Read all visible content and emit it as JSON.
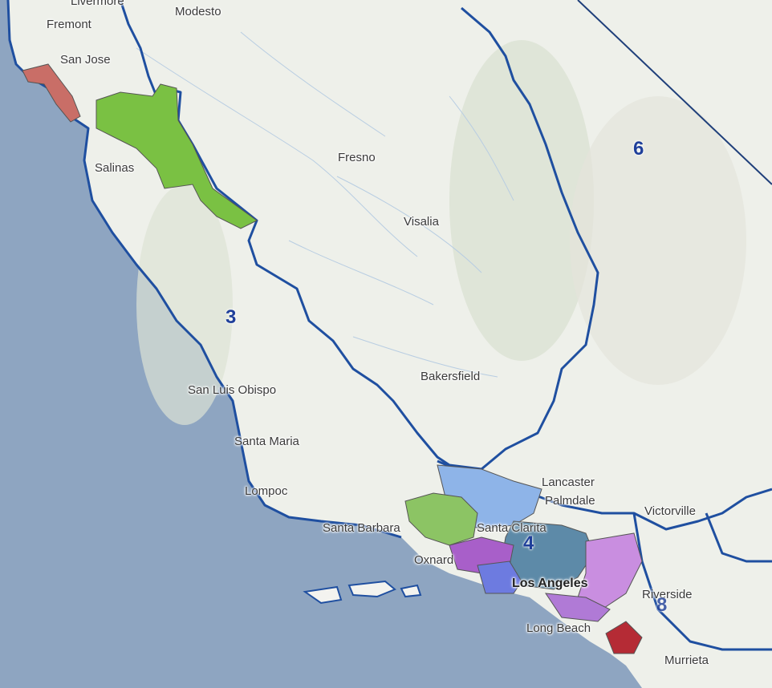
{
  "map": {
    "places": [
      {
        "id": "livermore",
        "name": "Livermore"
      },
      {
        "id": "modesto",
        "name": "Modesto"
      },
      {
        "id": "fremont",
        "name": "Fremont"
      },
      {
        "id": "san-jose",
        "name": "San Jose"
      },
      {
        "id": "salinas",
        "name": "Salinas"
      },
      {
        "id": "fresno",
        "name": "Fresno"
      },
      {
        "id": "visalia",
        "name": "Visalia"
      },
      {
        "id": "bakersfield",
        "name": "Bakersfield"
      },
      {
        "id": "san-luis-obispo",
        "name": "San Luis Obispo"
      },
      {
        "id": "santa-maria",
        "name": "Santa Maria"
      },
      {
        "id": "lompoc",
        "name": "Lompoc"
      },
      {
        "id": "lancaster",
        "name": "Lancaster"
      },
      {
        "id": "palmdale",
        "name": "Palmdale"
      },
      {
        "id": "victorville",
        "name": "Victorville"
      },
      {
        "id": "santa-barbara",
        "name": "Santa Barbara"
      },
      {
        "id": "santa-clarita",
        "name": "Santa Clarita"
      },
      {
        "id": "oxnard",
        "name": "Oxnard"
      },
      {
        "id": "los-angeles",
        "name": "Los Angeles"
      },
      {
        "id": "riverside",
        "name": "Riverside"
      },
      {
        "id": "long-beach",
        "name": "Long Beach"
      },
      {
        "id": "murrieta",
        "name": "Murrieta"
      }
    ],
    "regions": [
      {
        "id": "region-3",
        "label": "3"
      },
      {
        "id": "region-4",
        "label": "4"
      },
      {
        "id": "region-6",
        "label": "6"
      },
      {
        "id": "region-8",
        "label": "8"
      }
    ],
    "colors": {
      "ocean": "#8fa6c2",
      "land": "#eef0ec",
      "boundary": "#1f4fa0",
      "green": "#7ac143",
      "red": "#c96e67",
      "blue": "#8eb4e8",
      "purple": "#b07ad6",
      "dark_red": "#b52b35"
    }
  }
}
